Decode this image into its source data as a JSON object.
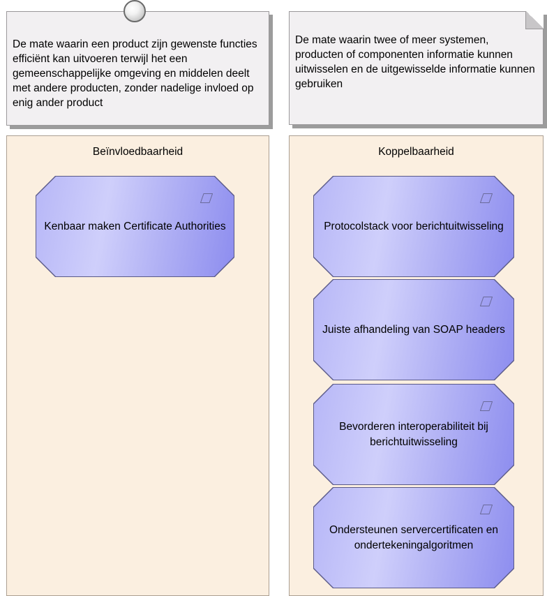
{
  "notes": [
    {
      "text": "De mate waarin een product zijn gewenste functies efficiënt kan uitvoeren terwijl het een gemeenschappelijke omgeving en middelen deelt met andere producten, zonder nadelige invloed op enig ander product"
    },
    {
      "text": "De mate waarin twee of meer systemen, producten of componenten informatie kunnen uitwisselen en de uitgewisselde informatie kunnen gebruiken"
    }
  ],
  "groups": [
    {
      "title": "Beïnvloedbaarheid",
      "elements": [
        "Kenbaar maken Certificate Authorities"
      ]
    },
    {
      "title": "Koppelbaarheid",
      "elements": [
        "Protocolstack voor berichtuitwisseling",
        "Juiste afhandeling van SOAP headers",
        "Bevorderen interoperabiliteit bij berichtuitwisseling",
        "Ondersteunen servercertificaten en ondertekeningalgoritmen"
      ]
    }
  ],
  "colors": {
    "group_fill": "#fbefe0",
    "element_fill": "#b7b7f7",
    "note_fill": "#f2f0f2"
  },
  "icons": [
    "pin-icon",
    "note-fold-icon",
    "requirement-icon"
  ]
}
